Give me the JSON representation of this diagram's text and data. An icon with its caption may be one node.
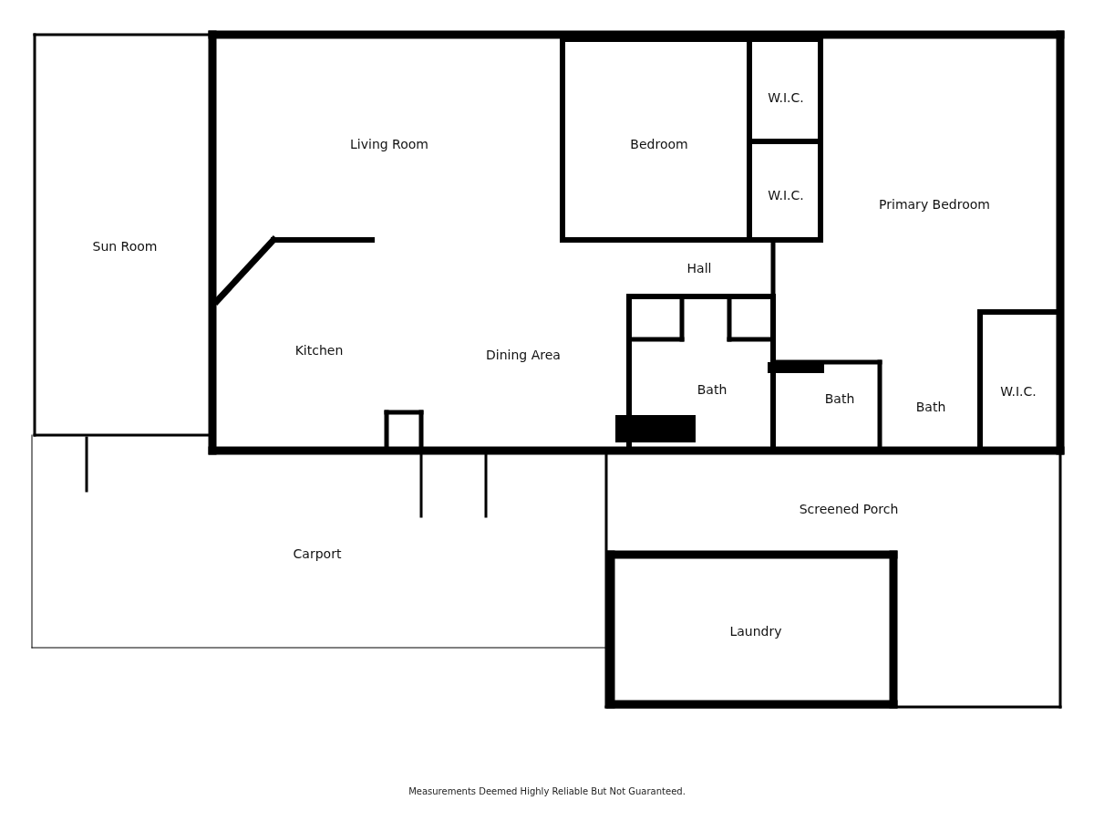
{
  "diagram": {
    "nodes": [
      {
        "text": [
          "Living Room"
        ]
      },
      {
        "text": [
          "Bedroom"
        ]
      },
      {
        "text": [
          "W.I.C."
        ]
      },
      {
        "text": [
          "W.I.C."
        ]
      },
      {
        "text": [
          "Primary Bedroom"
        ]
      },
      {
        "text": [
          "Sun Room"
        ]
      },
      {
        "text": [
          "Hall"
        ]
      },
      {
        "text": [
          "Kitchen"
        ]
      },
      {
        "text": [
          "Dining Area"
        ]
      },
      {
        "text": [
          "Bath"
        ]
      },
      {
        "text": [
          "Bath"
        ]
      },
      {
        "text": [
          "Bath"
        ]
      },
      {
        "text": [
          "W.I.C."
        ]
      },
      {
        "text": [
          "Screened Porch"
        ]
      },
      {
        "text": [
          "Carport"
        ]
      },
      {
        "text": [
          "Laundry"
        ]
      }
    ],
    "labels": [
      "Measurements Deemed Highly Reliable But Not Guaranteed."
    ]
  }
}
